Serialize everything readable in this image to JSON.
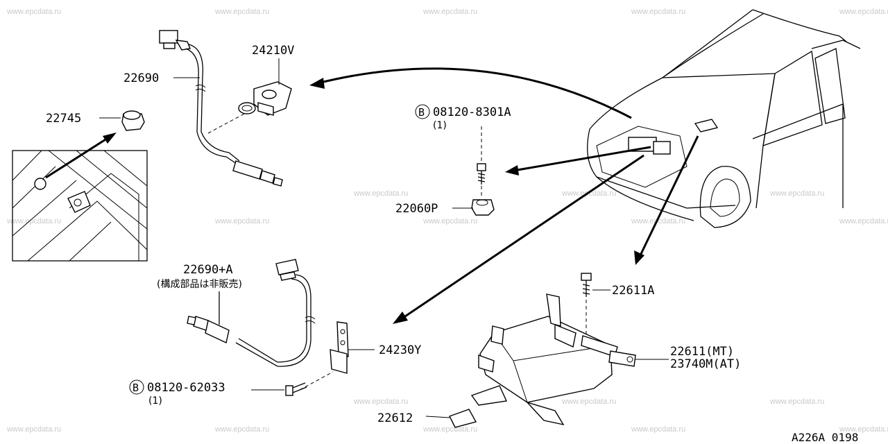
{
  "watermark": "www.epcdata.ru",
  "labels": {
    "p22690": "22690",
    "p24210v": "24210V",
    "p22745": "22745",
    "bolt1_code": "08120-8301A",
    "bolt1_qty": "(1)",
    "p22060p": "22060P",
    "p22690a": "22690+A",
    "p22690a_note": "(構成部品は非販売)",
    "p24230y": "24230Y",
    "bolt2_code": "08120-62033",
    "bolt2_qty": "(1)",
    "p22611a": "22611A",
    "p22611mt": "22611(MT)",
    "p23740mat": "23740M(AT)",
    "p22612": "22612",
    "bolt_symbol": "B",
    "diagram_code": "A226A 0198"
  }
}
